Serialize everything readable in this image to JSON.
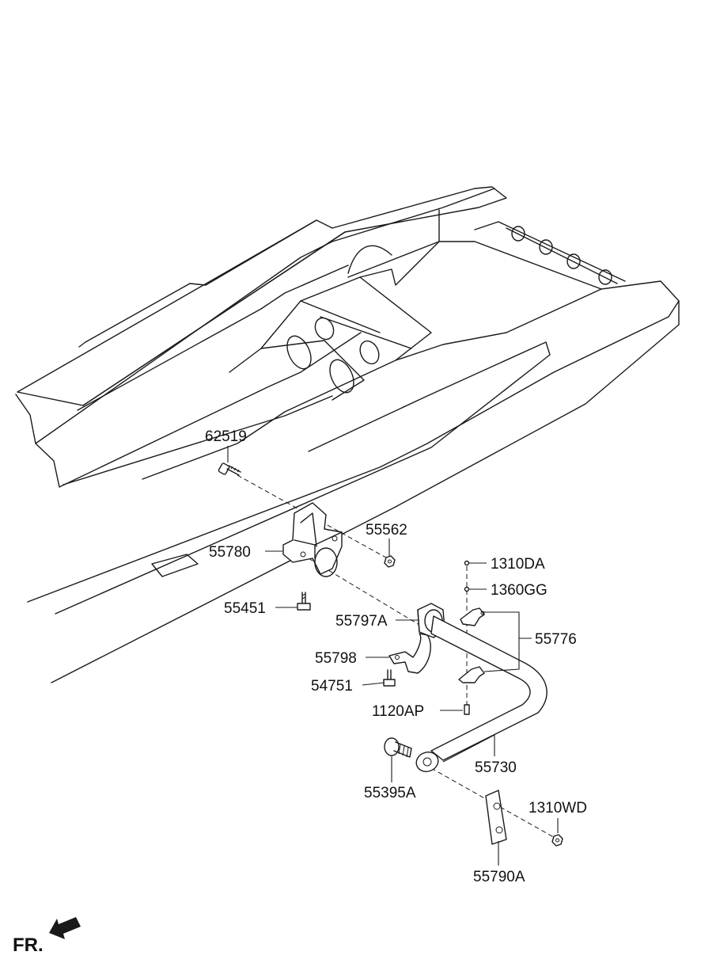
{
  "part_labels": {
    "p62519": "62519",
    "p55562": "55562",
    "p55780": "55780",
    "p55451": "55451",
    "p1310DA": "1310DA",
    "p1360GG": "1360GG",
    "p55797A": "55797A",
    "p55776": "55776",
    "p55798": "55798",
    "p54751": "54751",
    "p1120AP": "1120AP",
    "p55730": "55730",
    "p55395A": "55395A",
    "p1310WD": "1310WD",
    "p55790A": "55790A"
  },
  "orientation": {
    "label": "FR."
  },
  "colors": {
    "line": "#1a1a1a",
    "background": "#ffffff"
  }
}
